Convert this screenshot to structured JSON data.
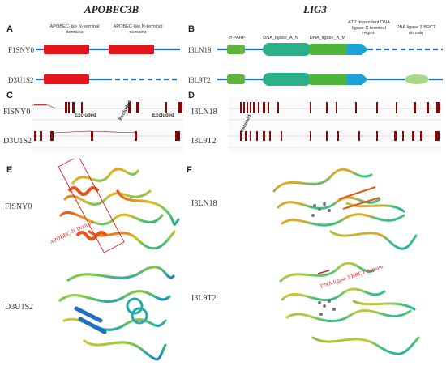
{
  "genes": {
    "left": "APOBEC3B",
    "right": "LIG3"
  },
  "panels": {
    "A": "A",
    "B": "B",
    "C": "C",
    "D": "D",
    "E": "E",
    "F": "F"
  },
  "isoforms": {
    "apobec1": "F1SNY0",
    "apobec2": "D3U1S2",
    "lig1": "I3LN18",
    "lig2": "I3L9T2",
    "c1": "FlSNY0",
    "c2": "D3U1S2",
    "d1": "I3LN18",
    "d2": "I3L9T2",
    "e1": "FlSNY0",
    "e2": "D3U1S2",
    "f1": "I3LN18",
    "f2": "I3L9T2"
  },
  "domains": {
    "apobec_n": "APOBEC-like N-terminal domains",
    "apobec_c": "APOBEC-like N-terminal domains",
    "zf_parp": "zf-PARP",
    "dna_lig_n": "DNA_ligase_A_N",
    "dna_lig_m": "DNA_ligase_A_M",
    "atp_dep": "ATP dependent DNA ligase C terminal region",
    "brct": "DNA ligase 3 BRCT domain"
  },
  "annotations": {
    "excluded1": "Excluded",
    "excluded2": "Excluded",
    "excluded3": "Excluded",
    "retained": "Retained",
    "apobec_n_domain": "APOBEC-N Domain",
    "brct_domain": "DNA ligase 3 BRCT domain"
  },
  "colors": {
    "backbone": "#1f6fc0",
    "apobec_domain": "#e8141b",
    "zf_green": "#5fb43c",
    "lig_n_teal": "#2bb08a",
    "lig_m_green": "#4eb43a",
    "atp_blue": "#1ba3d8",
    "brct_pale": "#a6d98a",
    "exon": "#7b0c0c",
    "callout_red": "#e02020"
  }
}
